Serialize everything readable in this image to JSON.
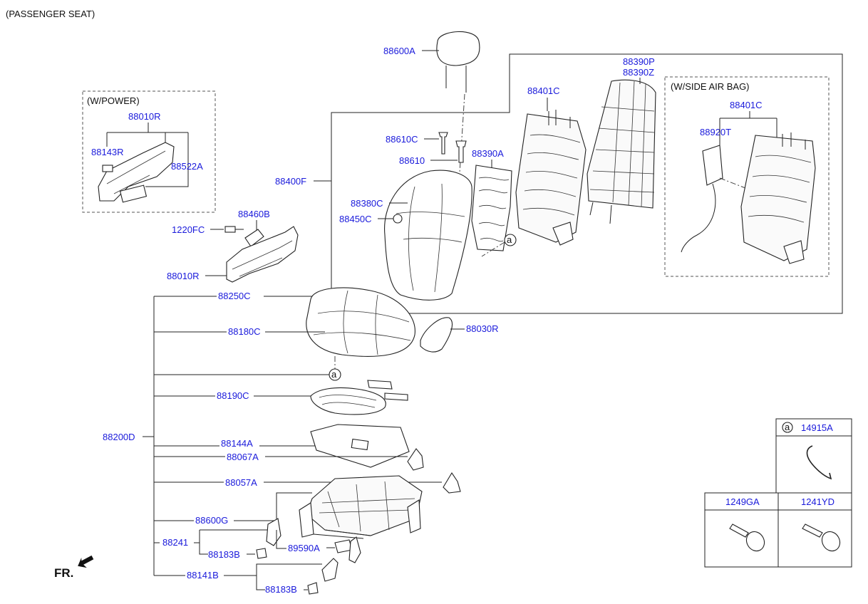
{
  "title": "(PASSENGER SEAT)",
  "groups": {
    "w_power": "(W/POWER)",
    "w_side_air_bag": "(W/SIDE AIR BAG)"
  },
  "direction_label": "FR.",
  "callout_symbol": "a",
  "parts": {
    "headrest": "88600A",
    "guide_c": "88610C",
    "guide": "88610",
    "back_assy": "88400F",
    "back_frame_1": "88401C",
    "board_p": "88390P",
    "board_z": "88390Z",
    "back_pad": "88390A",
    "back_cover": "88380C",
    "back_pad_c": "88450C",
    "power_cover": "88010R",
    "switch": "88143R",
    "switch_assy": "88522A",
    "knob": "88460B",
    "screw": "1220FC",
    "shield": "88010R",
    "cushion_cover": "88250C",
    "cushion_pad": "88180C",
    "side_cover": "88030R",
    "heater": "88190C",
    "cushion_assy": "88200D",
    "mat": "88144A",
    "bracket_a": "88067A",
    "bracket_b": "88057A",
    "track": "88600G",
    "leg": "88241",
    "cap_1": "88183B",
    "sensor": "89590A",
    "leg_b": "88141B",
    "cap_2": "88183B",
    "side_frame": "88401C",
    "airbag": "88920T"
  },
  "legend_table": {
    "clip_code": "14915A",
    "screw_1": "1249GA",
    "screw_2": "1241YD"
  },
  "colors": {
    "part_number": "#1a1adb",
    "text": "#111111",
    "line": "#222222"
  }
}
